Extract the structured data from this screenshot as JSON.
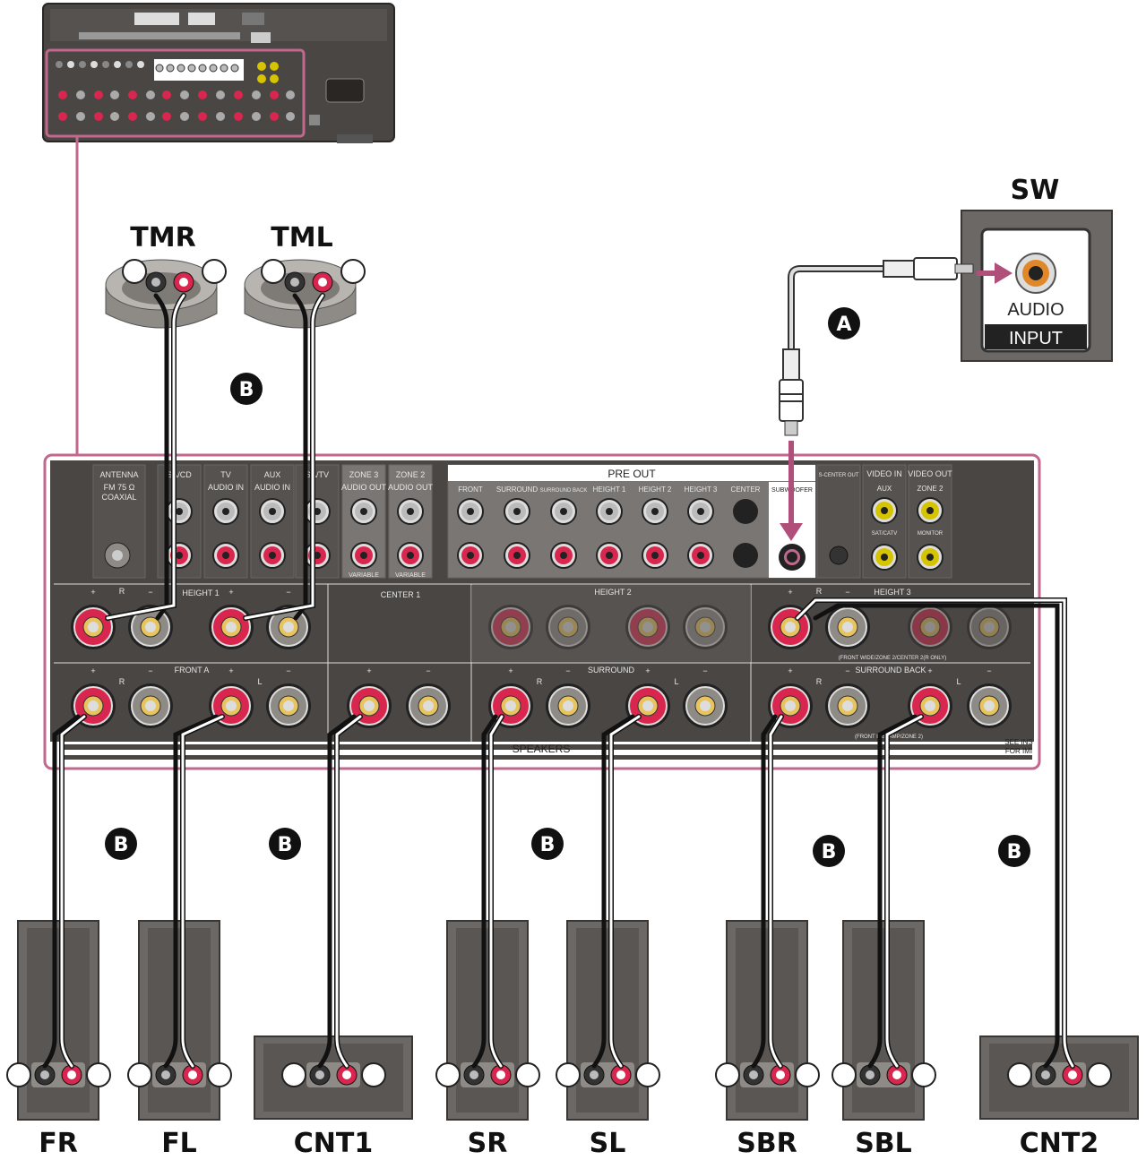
{
  "colors": {
    "panel": "#4a4644",
    "panel_dark": "#3a3634",
    "highlight": "#c0688e",
    "terminal_red": "#d8264e",
    "terminal_gray": "#8e8a86",
    "speaker_body": "#6b6866",
    "cable": "#111111",
    "arrow": "#b0507a",
    "rca_yellow": "#d6c400"
  },
  "labels": {
    "tmr": "TMR",
    "tml": "TML",
    "sw": "SW",
    "audio": "AUDIO",
    "input": "INPUT",
    "badge_a": "A",
    "badge_b": "B",
    "minus": "−",
    "plus": "+"
  },
  "panel": {
    "antenna": "ANTENNA",
    "fm": "FM 75 Ω",
    "coaxial": "COAXIAL",
    "sat_cd": "SA/CD",
    "tv": "TV",
    "tv_audio_in": "AUDIO IN",
    "aux": "AUX",
    "aux_audio_in": "AUDIO IN",
    "sat_catv": "SA/TV",
    "zone3": "ZONE 3",
    "zone3_sub": "AUDIO OUT",
    "zone2": "ZONE 2",
    "zone2_sub": "AUDIO OUT",
    "variable1": "VARIABLE",
    "variable2": "VARIABLE",
    "pre_out": "PRE OUT",
    "pre_front": "FRONT",
    "pre_surround": "SURROUND",
    "pre_surround_back": "SURROUND BACK",
    "pre_height1": "HEIGHT 1",
    "pre_height2": "HEIGHT 2",
    "pre_height3": "HEIGHT 3",
    "pre_center": "CENTER",
    "pre_subwoofer": "SUBWOOFER",
    "s_center_out": "S-CENTER OUT",
    "video_in": "VIDEO IN",
    "video_in_aux": "AUX",
    "video_in_satcatv": "SAT/CATV",
    "video_out": "VIDEO OUT",
    "video_out_zone2": "ZONE 2",
    "video_out_monitor": "MONITOR",
    "height1": "HEIGHT 1",
    "center1": "CENTER 1",
    "height2": "HEIGHT 2",
    "height3": "HEIGHT 3",
    "height3_note": "(FRONT WIDE/ZONE 2/CENTER 2(R ONLY)",
    "front_a": "FRONT A",
    "surround": "SURROUND",
    "surround_back": "SURROUND BACK",
    "sb_note": "(FRONT B/BI-AMP/ZONE 2)",
    "speakers": "SPEAKERS",
    "see_ins": "SEE INS",
    "for_imp": "FOR IMI",
    "r": "R",
    "l": "L"
  },
  "speakers": [
    {
      "id": "fr",
      "label": "FR"
    },
    {
      "id": "fl",
      "label": "FL"
    },
    {
      "id": "cnt1",
      "label": "CNT1"
    },
    {
      "id": "sr",
      "label": "SR"
    },
    {
      "id": "sl",
      "label": "SL"
    },
    {
      "id": "sbr",
      "label": "SBR"
    },
    {
      "id": "sbl",
      "label": "SBL"
    },
    {
      "id": "cnt2",
      "label": "CNT2"
    }
  ]
}
